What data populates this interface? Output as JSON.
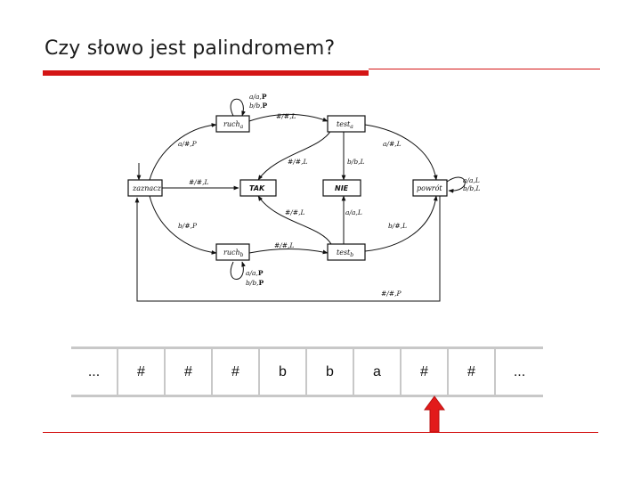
{
  "title": "Czy słowo jest palindromem?",
  "colors": {
    "accent": "#d41515",
    "head": "#e21b1b",
    "tape_border": "#c8c8c8"
  },
  "diagram": {
    "states": {
      "zaznacz": "zaznacz",
      "ruch_a": "ruch",
      "ruch_a_sub": "a",
      "test_a": "test",
      "test_a_sub": "a",
      "tak": "TAK",
      "nie": "NIE",
      "powrot": "powrót",
      "ruch_b": "ruch",
      "ruch_b_sub": "b",
      "test_b": "test",
      "test_b_sub": "b"
    },
    "transitions": {
      "ruch_a_loop_1": "a/a,",
      "ruch_a_loop_2": "b/b,",
      "ruch_a_loop_dir": "P",
      "ruch_a_to_test_a": "#/#,L",
      "zaznacz_to_ruch_a": "a/#,P",
      "test_a_to_powrot": "a/#,L",
      "test_a_to_tak": "#/#,L",
      "test_a_to_nie": "b/b,L",
      "zaznacz_to_tak": "#/#,L",
      "powrot_loop_1": "a/a,L",
      "powrot_loop_2": "b/b,L",
      "test_b_to_tak": "#/#,L",
      "test_b_to_nie": "a/a,L",
      "test_b_to_powrot": "b/#,L",
      "zaznacz_to_ruch_b": "b/#,P",
      "ruch_b_to_test_b": "#/#,L",
      "ruch_b_loop_1": "a/a,",
      "ruch_b_loop_2": "b/b,",
      "ruch_b_loop_dir": "P",
      "powrot_to_zaznacz": "#/#,P"
    }
  },
  "tape": {
    "cells": [
      "...",
      "#",
      "#",
      "#",
      "b",
      "b",
      "a",
      "#",
      "#",
      "..."
    ],
    "head_index": 7
  }
}
